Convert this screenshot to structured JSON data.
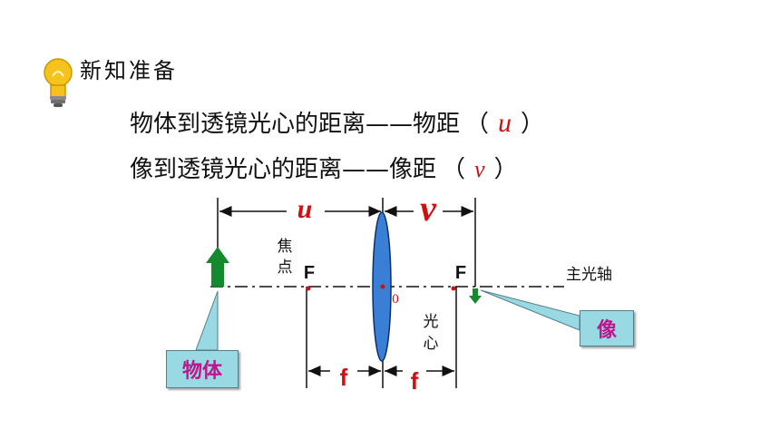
{
  "header": {
    "title": "新知准备",
    "icon": "lightbulb-icon"
  },
  "definitions": {
    "u_text": "物体到透镜光心的距离——物距",
    "u_symbol": "u",
    "v_text": "像到透镜光心的距离——像距",
    "v_symbol": "v",
    "open_paren": "（",
    "close_paren": "）"
  },
  "diagram": {
    "u_label": "u",
    "v_label": "v",
    "focus_word_1": "焦",
    "focus_word_2": "点",
    "focus_left": "F",
    "focus_right": "F",
    "optical_center_mark": "0",
    "center_word_1": "光",
    "center_word_2": "心",
    "axis_label": "主光轴",
    "f_left": "f",
    "f_right": "f",
    "object_callout": "物体",
    "image_callout": "像"
  },
  "colors": {
    "object_arrow": "#138a2e",
    "lens_fill": "#3a7fd6",
    "variable_red": "#d01010",
    "callout_bg": "#99d9e4",
    "callout_text": "#c1148c"
  }
}
